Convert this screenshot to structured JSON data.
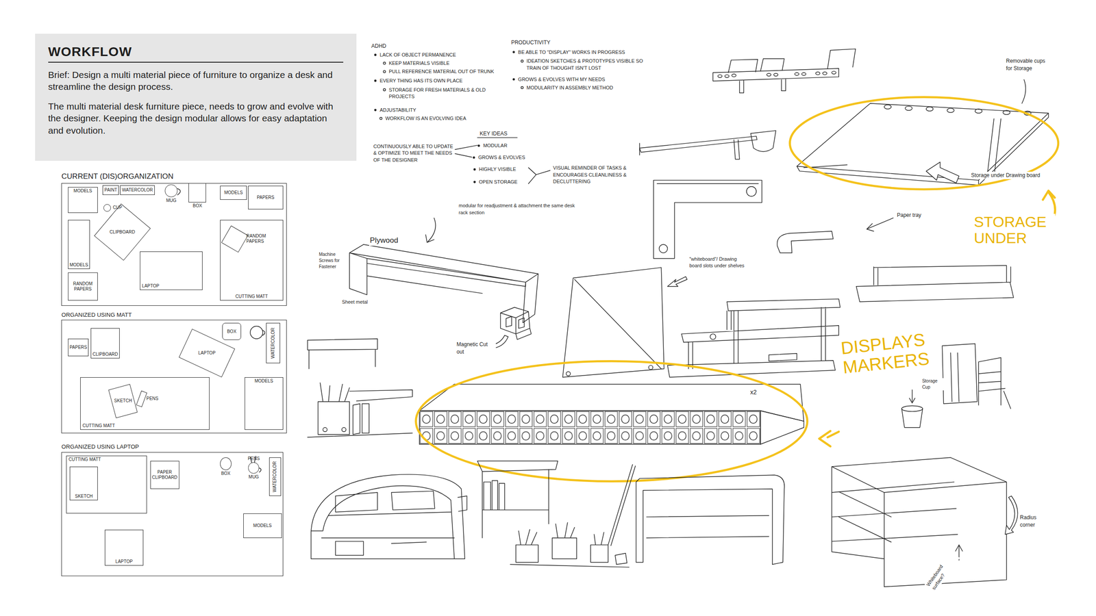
{
  "diagram": {
    "nodes": [
      {
        "text": [
          "WORKFLOW",
          "Brief: Design a multi material piece of furniture to organize a desk and streamline the design process.",
          "The multi material desk furniture piece, needs to grow and evolve with the designer. Keeping the design modular allows for easy adaptation and evolution."
        ]
      },
      {
        "text": [
          "CURRENT (DIS)ORGANIZATION"
        ]
      },
      {
        "text": [
          "MODELS"
        ],
        "in": 1
      },
      {
        "text": [
          "PAINT"
        ],
        "in": 1
      },
      {
        "text": [
          "WATERCOLOR"
        ],
        "in": 1
      },
      {
        "text": [
          "MUG"
        ],
        "in": 1
      },
      {
        "text": [
          "BOX"
        ],
        "in": 1
      },
      {
        "text": [
          "CUP"
        ],
        "in": 1
      },
      {
        "text": [
          "MODELS"
        ],
        "in": 1
      },
      {
        "text": [
          "PAPERS"
        ],
        "in": 1
      },
      {
        "text": [
          "MODELS"
        ],
        "in": 1
      },
      {
        "text": [
          "CLIPBOARD"
        ],
        "in": 1
      },
      {
        "text": [
          "RANDOM PAPERS"
        ],
        "in": 1
      },
      {
        "text": [
          "LAPTOP"
        ],
        "in": 1
      },
      {
        "text": [
          "CUTTING MATT"
        ],
        "in": 1
      },
      {
        "text": [
          "RANDOM PAPERS"
        ],
        "in": 14
      },
      {
        "text": [
          "ORGANIZED USING MATT"
        ]
      },
      {
        "text": [
          "PAPERS"
        ],
        "in": 16
      },
      {
        "text": [
          "CLIPBOARD"
        ],
        "in": 16
      },
      {
        "text": [
          "BOX"
        ],
        "in": 16
      },
      {
        "text": [
          "WATERCOLOR"
        ],
        "in": 16
      },
      {
        "text": [
          "LAPTOP"
        ],
        "in": 16
      },
      {
        "text": [
          "CUTTING MATT"
        ],
        "in": 16
      },
      {
        "text": [
          "SKETCH"
        ],
        "in": 22
      },
      {
        "text": [
          "PENS"
        ],
        "in": 22
      },
      {
        "text": [
          "MODELS"
        ],
        "in": 16
      },
      {
        "text": [
          "ORGANIZED USING LAPTOP"
        ]
      },
      {
        "text": [
          "CUTTING MATT"
        ],
        "in": 26
      },
      {
        "text": [
          "SKETCH"
        ],
        "in": 27
      },
      {
        "text": [
          "PAPER CLIPBOARD"
        ],
        "in": 26
      },
      {
        "text": [
          "BOX"
        ],
        "in": 26
      },
      {
        "text": [
          "PENS",
          "MUG"
        ],
        "in": 26
      },
      {
        "text": [
          "WATERCOLOR"
        ],
        "in": 26
      },
      {
        "text": [
          "MODELS"
        ],
        "in": 26
      },
      {
        "text": [
          "LAPTOP"
        ],
        "in": 26
      }
    ],
    "labels": [
      "ADHD",
      "LACK OF OBJECT PERMANENCE",
      "KEEP MATERIALS VISIBLE",
      "PULL REFERENCE MATERIAL OUT OF TRUNK",
      "EVERY THING HAS ITS OWN PLACE",
      "STORAGE FOR FRESH MATERIALS & OLD PROJECTS",
      "ADJUSTABILITY",
      "WORKFLOW IS AN EVOLVING IDEA",
      "PRODUCTIVITY",
      "BE ABLE TO \"DISPLAY\" WORKS IN PROGRESS",
      "IDEATION SKETCHES & PROTOTYPES VISIBLE SO TRAIN OF THOUGHT ISN'T LOST",
      "GROWS & EVOLVES WITH MY NEEDS",
      "MODULARITY IN ASSEMBLY METHOD",
      "KEY IDEAS",
      "MODULAR",
      "GROWS & EVOLVES",
      "HIGHLY VISIBLE",
      "OPEN STORAGE",
      "CONTINUOUSLY ABLE TO UPDATE & OPTIMIZE TO MEET THE NEEDS OF THE DESIGNER",
      "VISUAL REMINDER OF TASKS & ENCOURAGES CLEANLINESS & DECLUTTERING",
      "Removable cups for Storage",
      "Storage under Drawing board",
      "STORAGE UNDER",
      "Paper tray",
      "modular for readjustment & attachment the same desk rack section",
      "Plywood",
      "Machine Screws for Fastener",
      "Sheet metal",
      "Magnetic Cut out",
      "\"whiteboard\"/ Drawing board slots under shelves",
      "x2",
      "DISPLAYS MARKERS",
      "Storage Cup",
      "Radius corner",
      "Whiteboard surface?"
    ]
  }
}
